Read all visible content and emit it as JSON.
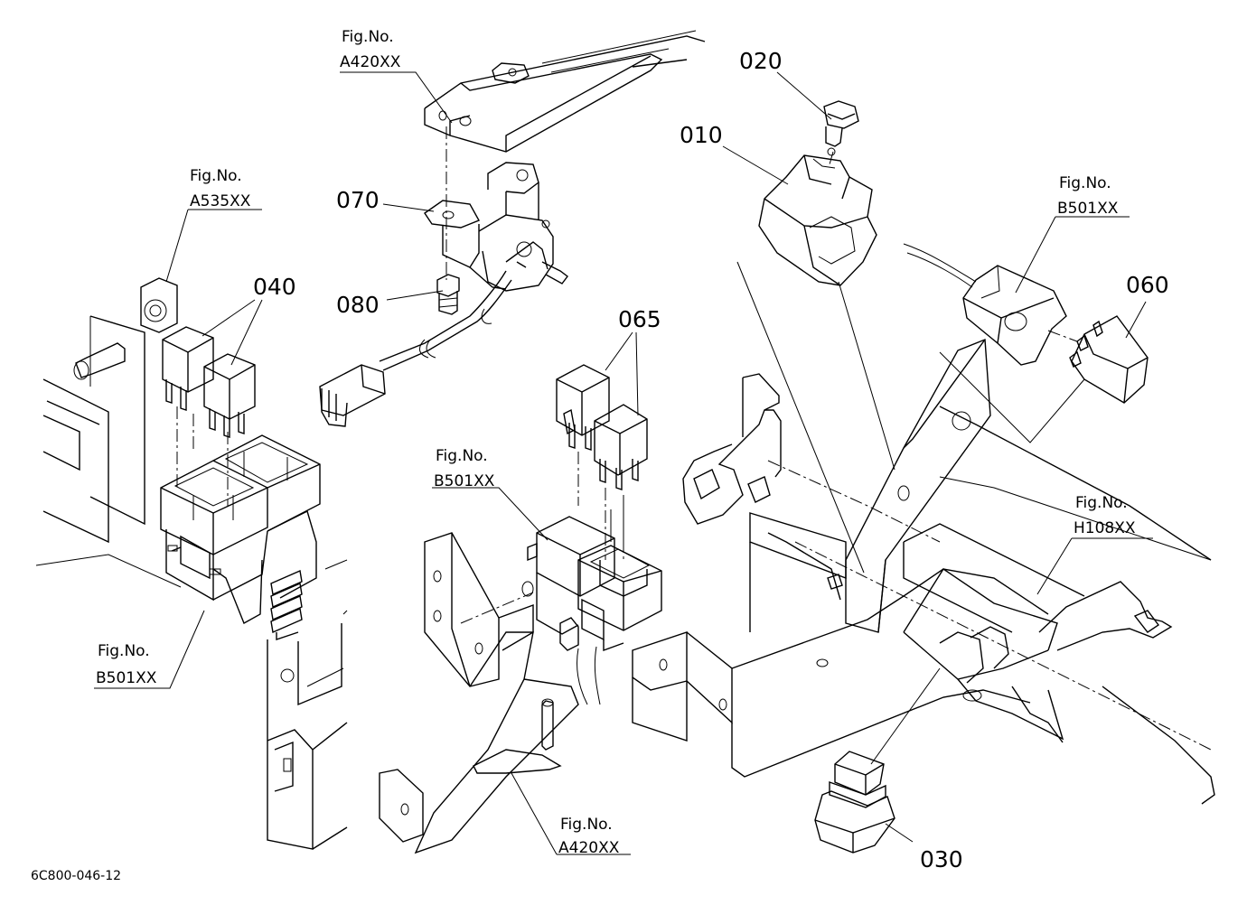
{
  "parts": {
    "p010": "010",
    "p020": "020",
    "p030": "030",
    "p040": "040",
    "p060": "060",
    "p065": "065",
    "p070": "070",
    "p080": "080"
  },
  "fig_refs": {
    "a420_top": {
      "line1": "Fig.No.",
      "line2": "A420XX"
    },
    "a535": {
      "line1": "Fig.No.",
      "line2": "A535XX"
    },
    "b501_right": {
      "line1": "Fig.No.",
      "line2": "B501XX"
    },
    "b501_center": {
      "line1": "Fig.No.",
      "line2": "B501XX"
    },
    "h108": {
      "line1": "Fig.No.",
      "line2": "H108XX"
    },
    "b501_left": {
      "line1": "Fig.No.",
      "line2": "B501XX"
    },
    "a420_bottom": {
      "line1": "Fig.No.",
      "line2": "A420XX"
    }
  },
  "drawing_code": "6C800-046-12"
}
